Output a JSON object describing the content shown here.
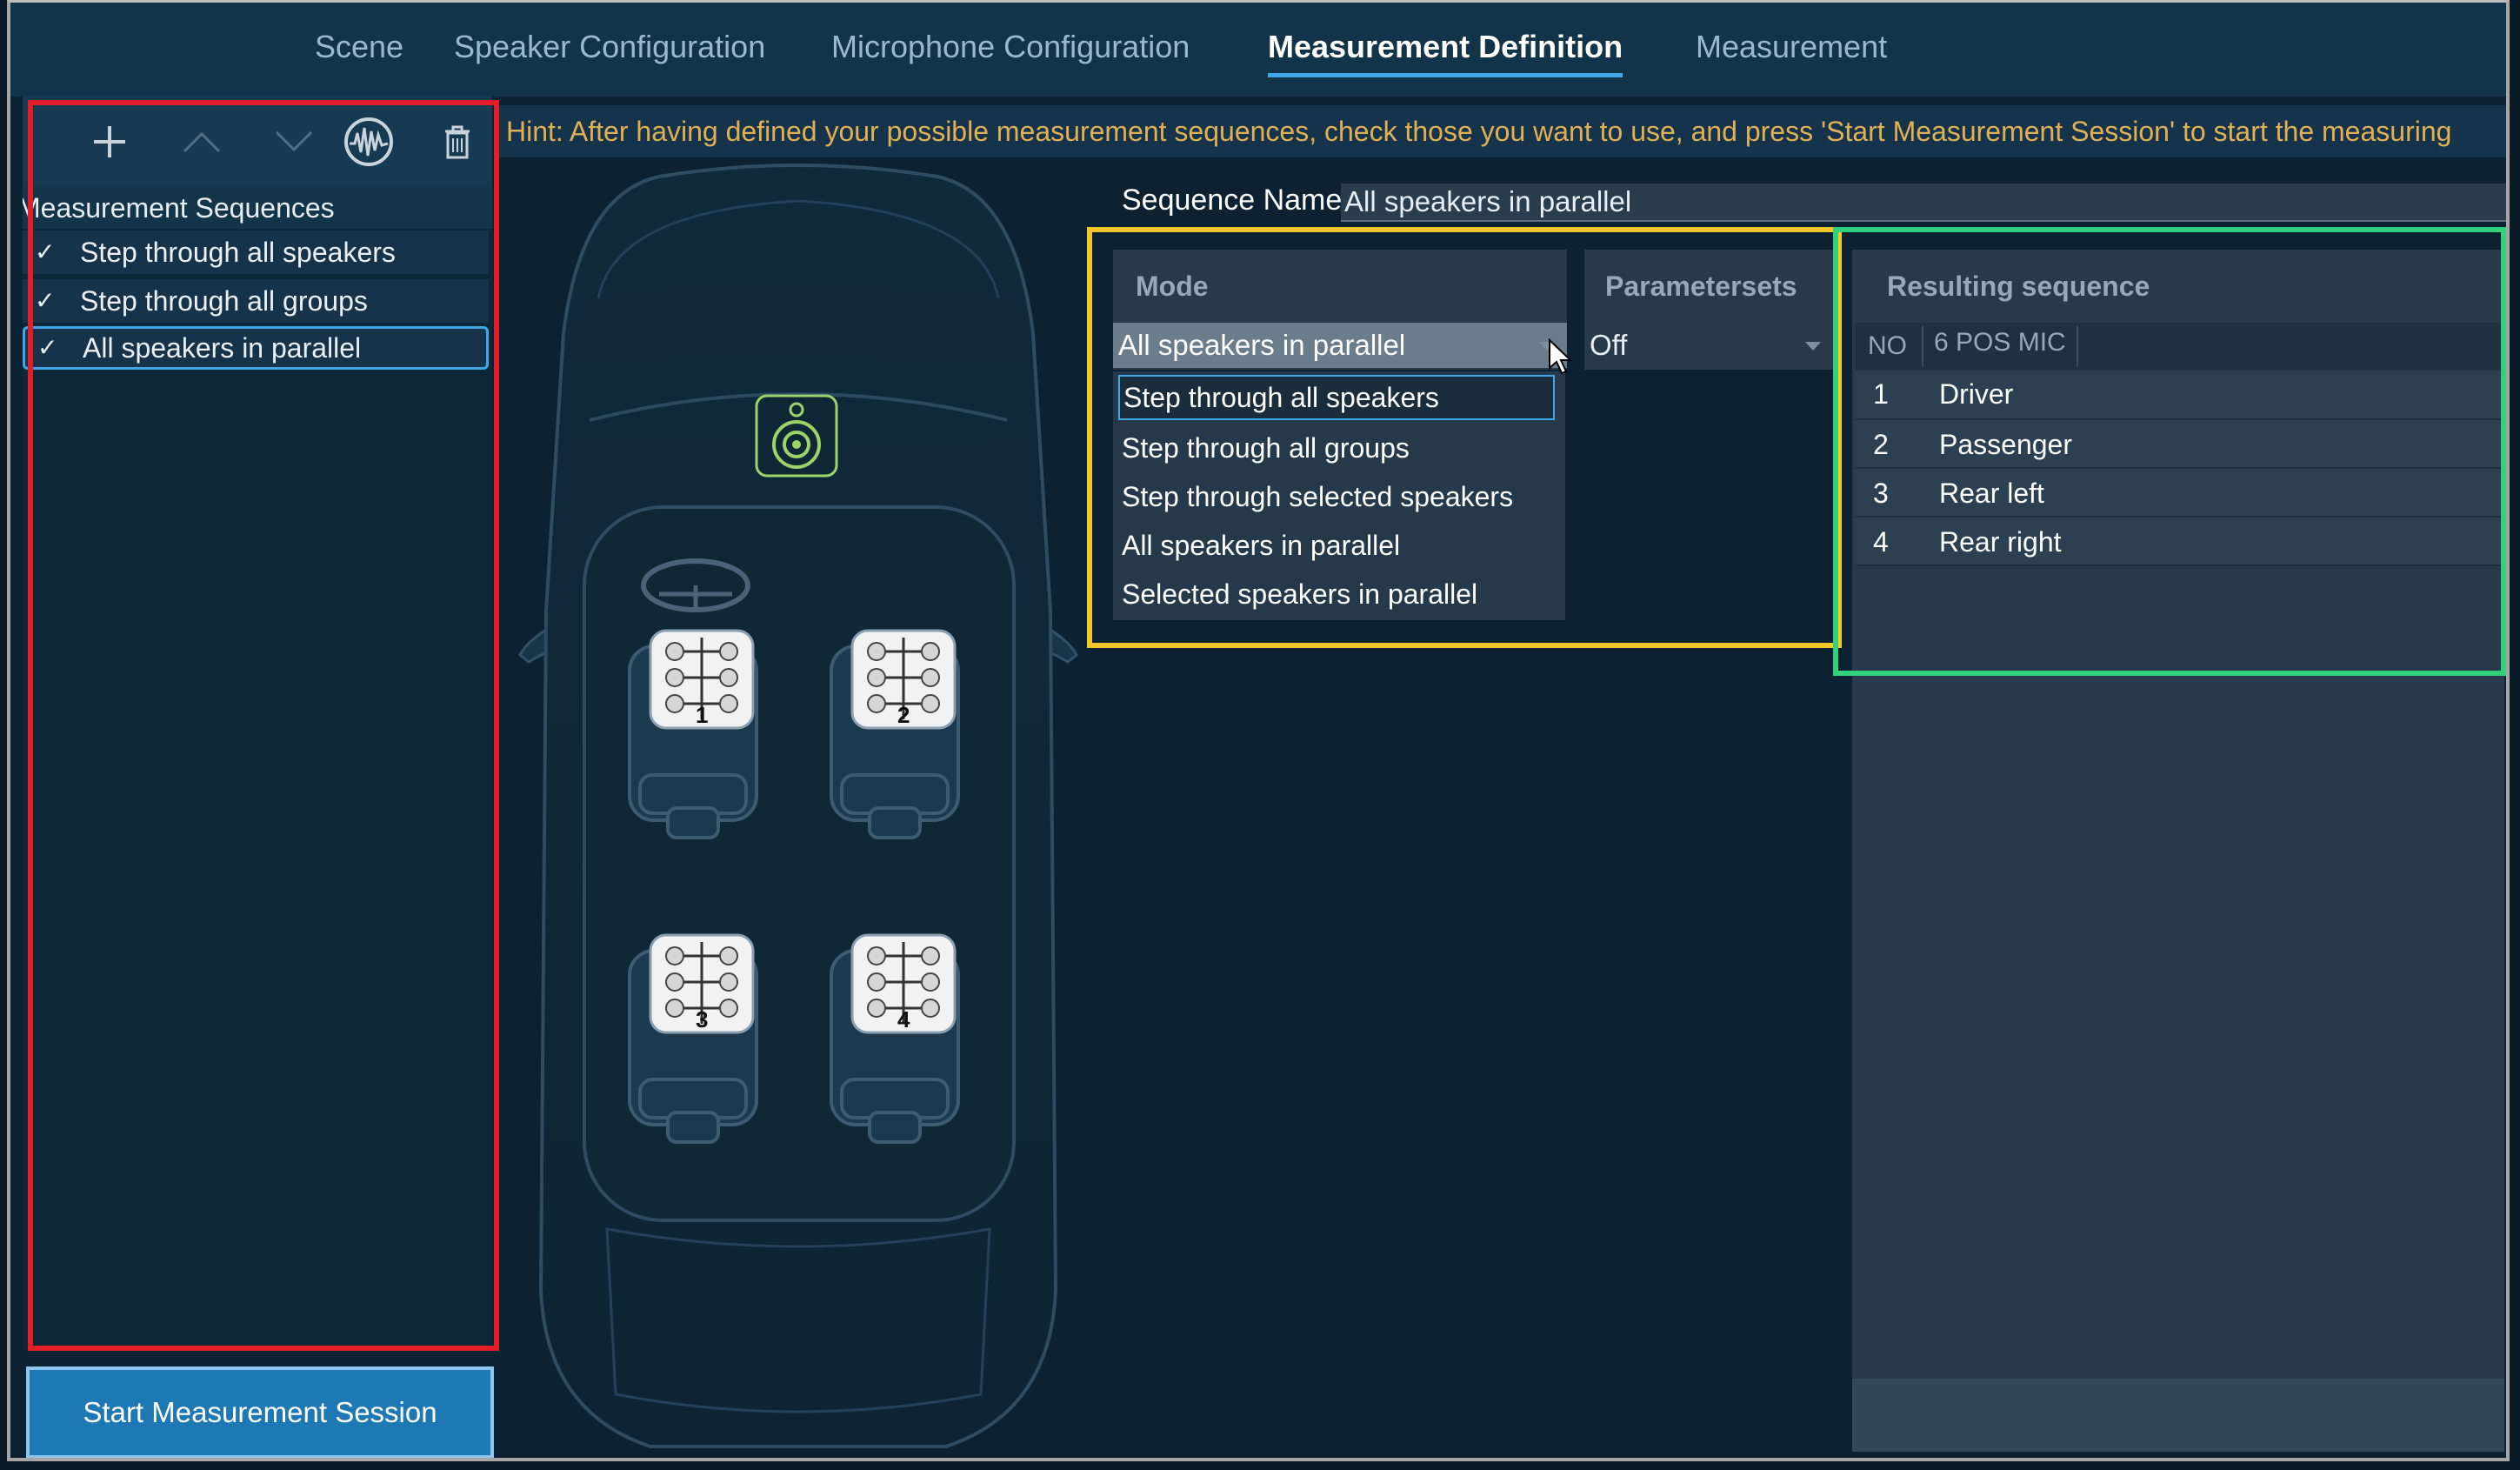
{
  "tabs": [
    {
      "label": "Scene",
      "active": false
    },
    {
      "label": "Speaker Configuration",
      "active": false
    },
    {
      "label": "Microphone Configuration",
      "active": false
    },
    {
      "label": "Measurement Definition",
      "active": true
    },
    {
      "label": "Measurement",
      "active": false
    }
  ],
  "toolbar": {
    "icons": [
      "plus-icon",
      "move-up-icon",
      "move-down-icon",
      "waveform-icon",
      "trash-icon"
    ]
  },
  "hint": "Hint: After having defined your possible measurement sequences, check those you want to use, and press 'Start Measurement Session' to start the measuring",
  "sequences": {
    "header": "Measurement Sequences",
    "items": [
      {
        "label": "Step through all speakers",
        "checked": true,
        "selected": false
      },
      {
        "label": "Step through all groups",
        "checked": true,
        "selected": false
      },
      {
        "label": "All speakers in parallel",
        "checked": true,
        "selected": true
      }
    ]
  },
  "start_button": "Start Measurement Session",
  "sequence_name": {
    "label": "Sequence Name",
    "value": "All speakers in parallel"
  },
  "mode": {
    "header": "Mode",
    "selected": "All speakers in parallel",
    "options": [
      "Step through all speakers",
      "Step through all groups",
      "Step through selected speakers",
      "All speakers in parallel",
      "Selected speakers in parallel"
    ],
    "highlighted_index": 0
  },
  "parametersets": {
    "header": "Parametersets",
    "selected": "Off"
  },
  "result": {
    "title": "Resulting sequence",
    "col_no": "NO",
    "col_mic": "6 POS MIC",
    "rows": [
      {
        "no": "1",
        "name": "Driver"
      },
      {
        "no": "2",
        "name": "Passenger"
      },
      {
        "no": "3",
        "name": "Rear left"
      },
      {
        "no": "4",
        "name": "Rear right"
      }
    ]
  },
  "seats": [
    "1",
    "2",
    "3",
    "4"
  ],
  "colors": {
    "background": "#0c2131",
    "accent": "#3fa7e6",
    "hint_text": "#e0b055",
    "frame_red": "#e21f26",
    "frame_yellow": "#f2c72a",
    "frame_green": "#33d17a",
    "speaker_icon": "#9ed36a"
  }
}
